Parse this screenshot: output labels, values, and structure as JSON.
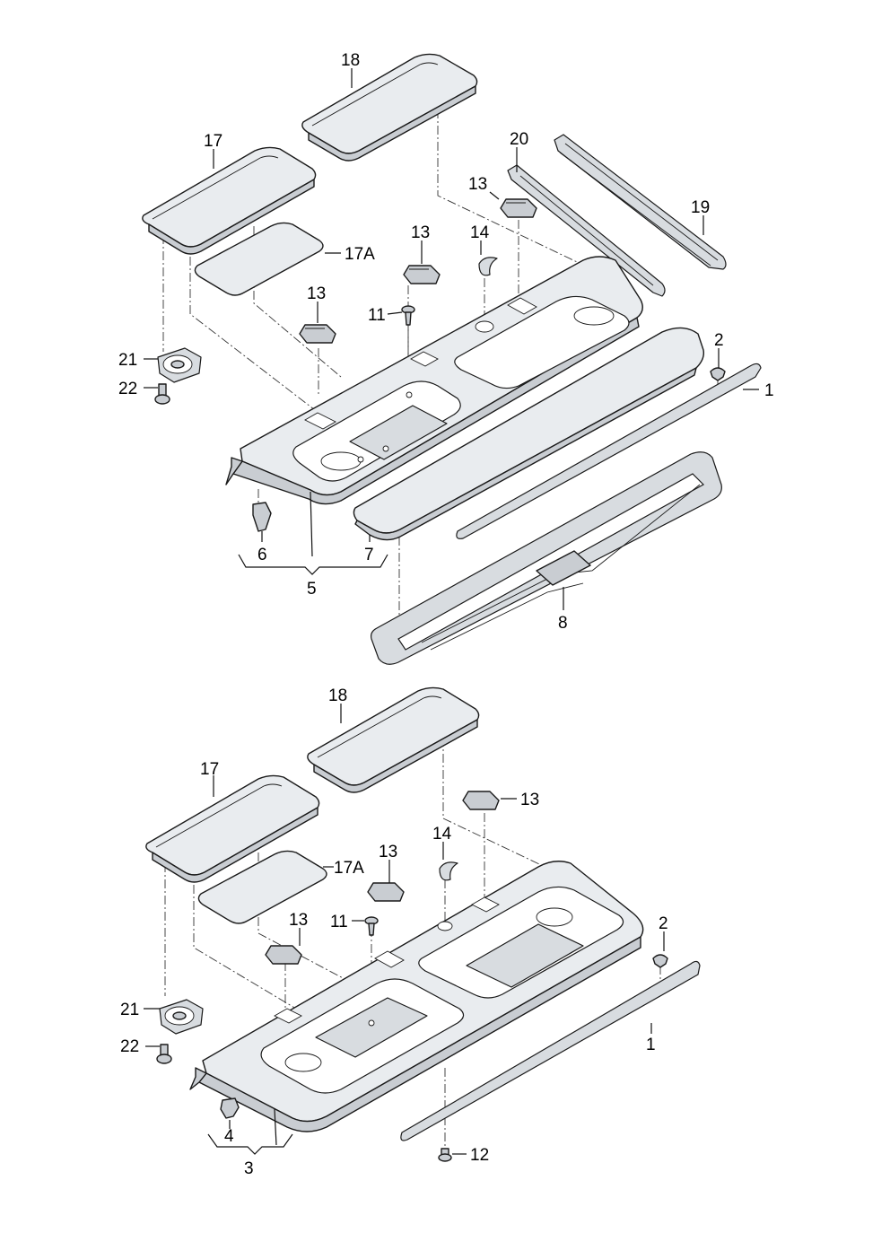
{
  "upper_assembly": {
    "labels": {
      "c18": "18",
      "c17": "17",
      "c17a": "17A",
      "c20": "20",
      "c19": "19",
      "c13a": "13",
      "c13b": "13",
      "c13c": "13",
      "c14": "14",
      "c11": "11",
      "c21": "21",
      "c22": "22",
      "c2": "2",
      "c1": "1",
      "c6": "6",
      "c7": "7",
      "c5": "5",
      "c8": "8"
    }
  },
  "lower_assembly": {
    "labels": {
      "c18": "18",
      "c17": "17",
      "c17a": "17A",
      "c13a": "13",
      "c13b": "13",
      "c13c": "13",
      "c14": "14",
      "c11": "11",
      "c21": "21",
      "c22": "22",
      "c2": "2",
      "c1": "1",
      "c4": "4",
      "c3": "3",
      "c12": "12"
    }
  },
  "icons": [
    "speaker-icon",
    "screw-icon",
    "clip-icon",
    "plug-icon",
    "grommet-icon"
  ]
}
